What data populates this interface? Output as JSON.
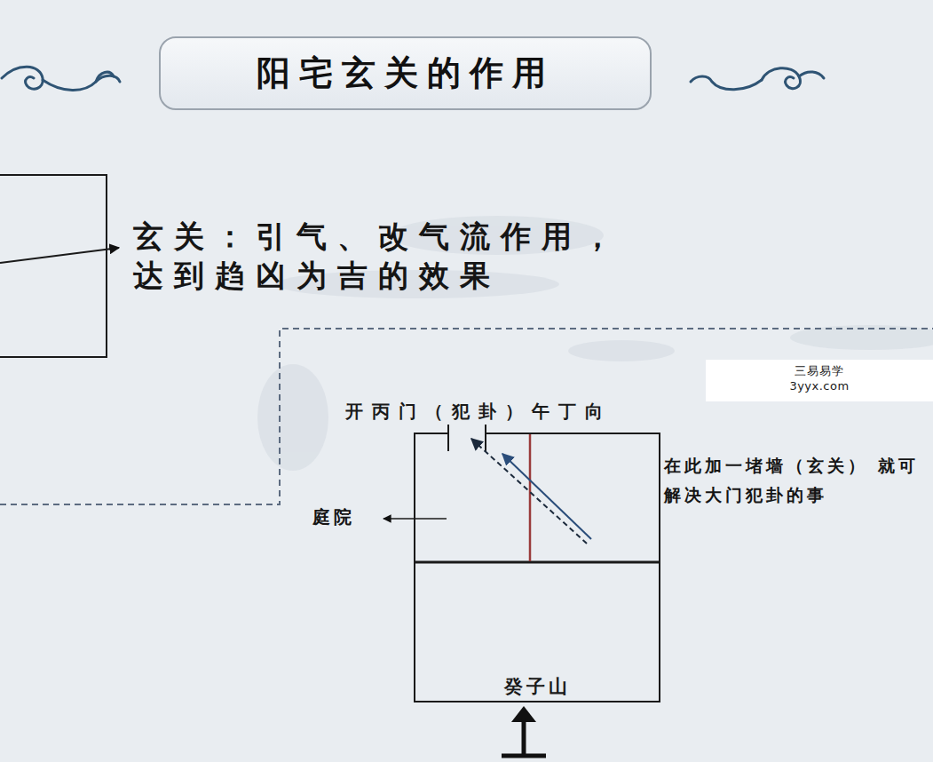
{
  "diagram": {
    "title": "阳宅玄关的作用",
    "nodes": [
      {
        "text": [
          "开丙门（犯卦）午丁向"
        ]
      },
      {
        "text": [
          "癸子山"
        ],
        "in": 0
      },
      {
        "text": [
          "三易易学",
          "3yyx.com"
        ]
      }
    ],
    "labels": [
      "玄关：引气、改气流作用， 达到趋凶为吉的效果",
      "庭院",
      "在此加一堵墙（玄关） 就可解决大门犯卦的事"
    ]
  }
}
